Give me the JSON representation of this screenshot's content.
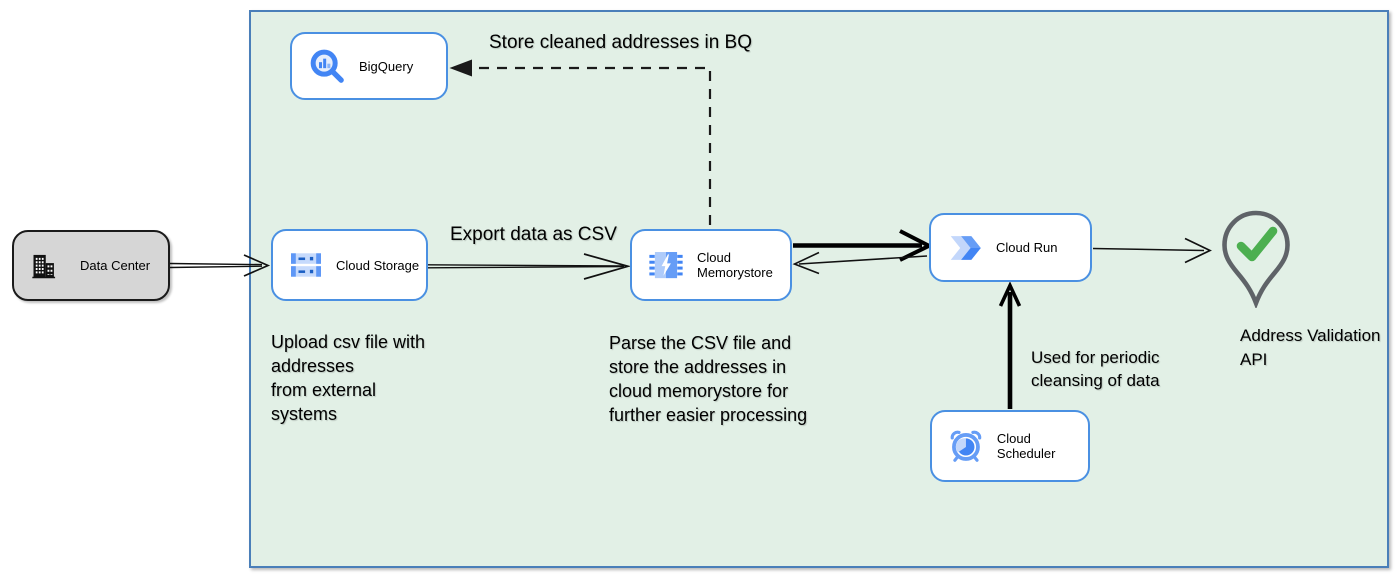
{
  "nodes": {
    "data_center": {
      "label": "Data Center"
    },
    "bigquery": {
      "label": "BigQuery"
    },
    "cloud_storage": {
      "label": "Cloud Storage"
    },
    "cloud_memorystore": {
      "label": "Cloud Memorystore"
    },
    "cloud_run": {
      "label": "Cloud Run"
    },
    "cloud_scheduler": {
      "label": "Cloud Scheduler"
    },
    "address_validation_api": {
      "label": "Address Validation\nAPI"
    }
  },
  "edge_labels": {
    "store_in_bq": "Store cleaned addresses in BQ",
    "export_csv": "Export data as CSV",
    "periodic_cleansing": "Used for periodic\ncleansing of data"
  },
  "annotations": {
    "upload_note": "Upload csv file with\naddresses\nfrom external\nsystems",
    "parse_note": "Parse the CSV file and\nstore the addresses in\ncloud  memorystore for\nfurther easier processing"
  },
  "colors": {
    "container_fill": "#e2f0e6",
    "container_border": "#4a7fb9",
    "node_border": "#4a90e2",
    "gcp_blue": "#4285f4",
    "gcp_blue_medium": "#669df6",
    "gcp_blue_light": "#aecbfa",
    "check_green": "#4caf50",
    "pin_gray": "#5f6368",
    "edge_black": "#111111"
  }
}
